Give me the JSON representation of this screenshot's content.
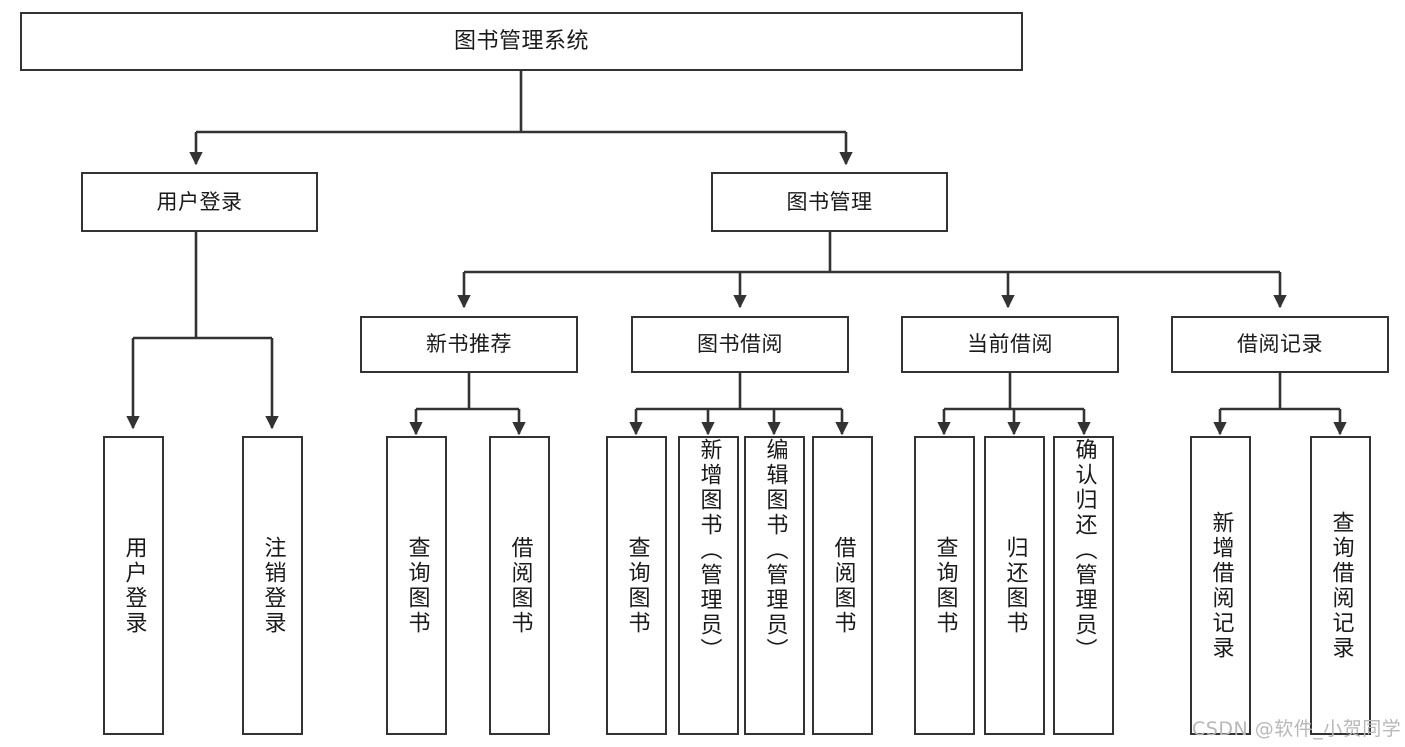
{
  "title": "图书管理系统",
  "watermark": "CSDN @软件_小贺同学",
  "colors": {
    "stroke": "#333333",
    "box_fill": "#ffffff",
    "text": "#1a1a1a",
    "watermark": "#b8b8b8",
    "background": "#ffffff"
  },
  "chart_data": {
    "type": "diagram",
    "diagram_type": "tree",
    "title": "图书管理系统",
    "orientation": "top-down",
    "levels": 4,
    "nodes": [
      {
        "id": "root",
        "label": "图书管理系统",
        "level": 0,
        "parent": null
      },
      {
        "id": "user_login",
        "label": "用户登录",
        "level": 1,
        "parent": "root"
      },
      {
        "id": "book_mgmt",
        "label": "图书管理",
        "level": 1,
        "parent": "root"
      },
      {
        "id": "leaf_user_login",
        "label": "用户登录",
        "level": 2,
        "parent": "user_login"
      },
      {
        "id": "leaf_logout",
        "label": "注销登录",
        "level": 2,
        "parent": "user_login"
      },
      {
        "id": "new_book_rec",
        "label": "新书推荐",
        "level": 2,
        "parent": "book_mgmt"
      },
      {
        "id": "book_borrow",
        "label": "图书借阅",
        "level": 2,
        "parent": "book_mgmt"
      },
      {
        "id": "current_borrow",
        "label": "当前借阅",
        "level": 2,
        "parent": "book_mgmt"
      },
      {
        "id": "borrow_record",
        "label": "借阅记录",
        "level": 2,
        "parent": "book_mgmt"
      },
      {
        "id": "nbr_query",
        "label": "查询图书",
        "level": 3,
        "parent": "new_book_rec"
      },
      {
        "id": "nbr_borrow",
        "label": "借阅图书",
        "level": 3,
        "parent": "new_book_rec"
      },
      {
        "id": "bb_query",
        "label": "查询图书",
        "level": 3,
        "parent": "book_borrow"
      },
      {
        "id": "bb_add",
        "label": "新增图书（管理员）",
        "level": 3,
        "parent": "book_borrow"
      },
      {
        "id": "bb_edit",
        "label": "编辑图书（管理员）",
        "level": 3,
        "parent": "book_borrow"
      },
      {
        "id": "bb_borrow",
        "label": "借阅图书",
        "level": 3,
        "parent": "book_borrow"
      },
      {
        "id": "cb_query",
        "label": "查询图书",
        "level": 3,
        "parent": "current_borrow"
      },
      {
        "id": "cb_return",
        "label": "归还图书",
        "level": 3,
        "parent": "current_borrow"
      },
      {
        "id": "cb_confirm",
        "label": "确认归还（管理员）",
        "level": 3,
        "parent": "current_borrow"
      },
      {
        "id": "br_add",
        "label": "新增借阅记录",
        "level": 3,
        "parent": "borrow_record"
      },
      {
        "id": "br_query",
        "label": "查询借阅记录",
        "level": 3,
        "parent": "borrow_record"
      }
    ]
  },
  "tree": {
    "root": {
      "label": "图书管理系统"
    },
    "level1": {
      "user_login": {
        "label": "用户登录"
      },
      "book_mgmt": {
        "label": "图书管理"
      }
    },
    "level2": {
      "leaf_user_login": {
        "label": "用户登录"
      },
      "leaf_logout": {
        "label": "注销登录"
      },
      "new_book_rec": {
        "label": "新书推荐"
      },
      "book_borrow": {
        "label": "图书借阅"
      },
      "current_borrow": {
        "label": "当前借阅"
      },
      "borrow_record": {
        "label": "借阅记录"
      }
    },
    "level3": {
      "nbr_query": {
        "label": "查询图书"
      },
      "nbr_borrow": {
        "label": "借阅图书"
      },
      "bb_query": {
        "label": "查询图书"
      },
      "bb_add": {
        "label": "新增图书（管理员）"
      },
      "bb_edit": {
        "label": "编辑图书（管理员）"
      },
      "bb_borrow": {
        "label": "借阅图书"
      },
      "cb_query": {
        "label": "查询图书"
      },
      "cb_return": {
        "label": "归还图书"
      },
      "cb_confirm": {
        "label": "确认归还（管理员）"
      },
      "br_add": {
        "label": "新增借阅记录"
      },
      "br_query": {
        "label": "查询借阅记录"
      }
    }
  }
}
